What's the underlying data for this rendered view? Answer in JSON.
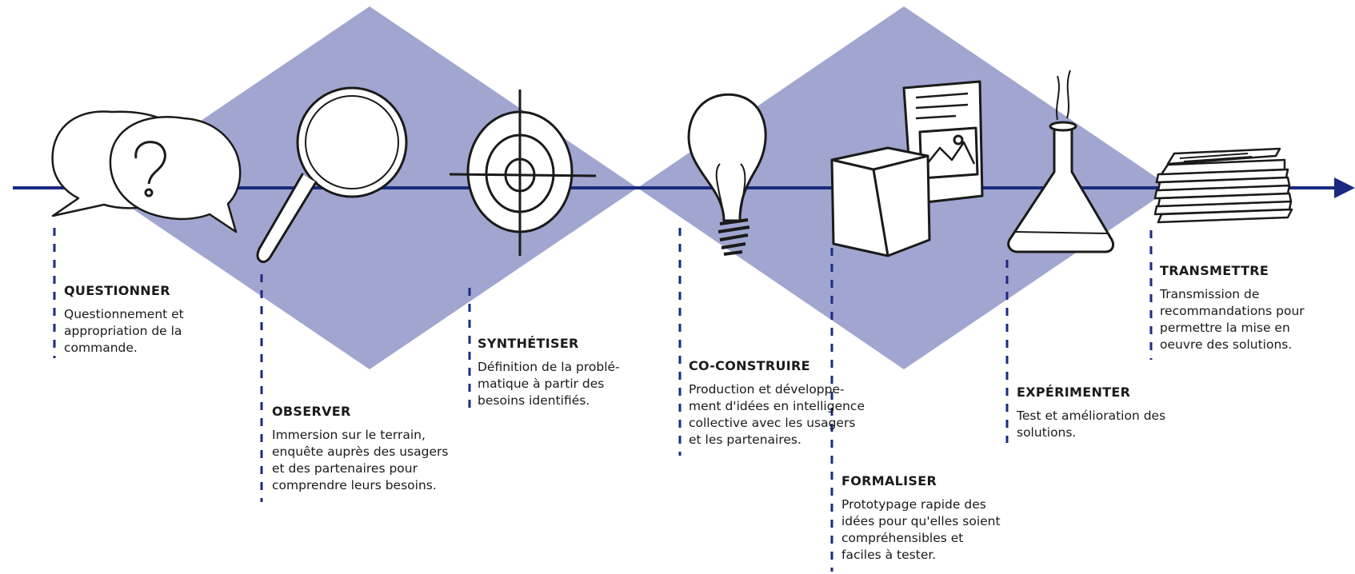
{
  "colors": {
    "diamond": "#a0a6cf",
    "timeline": "#1b2a80",
    "ink": "#1a1a1a"
  },
  "steps": [
    {
      "icon": "speech-bubbles-question-icon",
      "title": "QUESTIONNER",
      "description": "Questionnement et\nappropriation de la\ncommande."
    },
    {
      "icon": "magnifying-glass-icon",
      "title": "OBSERVER",
      "description": "Immersion sur le terrain,\nenquête auprès des usagers\net des partenaires pour\ncomprendre leurs besoins."
    },
    {
      "icon": "target-icon",
      "title": "SYNTHÉTISER",
      "description": "Définition de la problé-\nmatique à partir des\nbesoins identifiés."
    },
    {
      "icon": "lightbulb-icon",
      "title": "CO-CONSTRUIRE",
      "description": "Production et développe-\nment d'idées en intelligence\ncollective avec les usagers\net les partenaires."
    },
    {
      "icon": "prototype-box-icon",
      "title": "FORMALISER",
      "description": "Prototypage rapide des\nidées pour qu'elles soient\ncompréhensibles et\nfaciles à tester."
    },
    {
      "icon": "flask-icon",
      "title": "EXPÉRIMENTER",
      "description": "Test et amélioration des\nsolutions."
    },
    {
      "icon": "document-stack-icon",
      "title": "TRANSMETTRE",
      "description": "Transmission de\nrecommandations pour\npermettre la mise en\noeuvre des solutions."
    }
  ]
}
